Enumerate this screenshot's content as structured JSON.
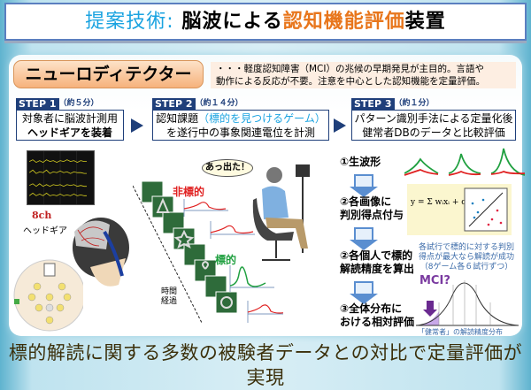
{
  "title": {
    "prefix": "提案技術:",
    "main": "脳波による",
    "highlight": "認知機能評価",
    "suffix": "装置"
  },
  "product": {
    "name": "ニューロディテクター",
    "description_line1": "・・・軽度認知障害（MCI）の兆候の早期発見が主目的。言語や",
    "description_line2": "動作による反応が不要。注意を中心とした認知機能を定量評価。"
  },
  "steps": [
    {
      "label": "STEP 1",
      "duration": "（約５分）",
      "line1": "対象者に脳波計測用",
      "line2": "ヘッドギアを装着"
    },
    {
      "label": "STEP 2",
      "duration": "（約１４分）",
      "line1a": "認知課題",
      "line1b": "（標的を見つけるゲーム）",
      "line2": "を遂行中の事象関連電位を計測"
    },
    {
      "label": "STEP 3",
      "duration": "（約１分）",
      "line1": "パターン識別手法による定量化後",
      "line2": "健常者DBのデータと比較評価"
    }
  ],
  "left": {
    "channels": "8ch",
    "headgear": "ヘッドギア"
  },
  "center": {
    "speech": "あっ出た！",
    "nontarget": "非標的",
    "target": "標的",
    "time1": "時間",
    "time2": "経過"
  },
  "right": {
    "s1": "①生波形",
    "s2a": "②各画像に",
    "s2b": "判別得点付与",
    "s3a": "②各個人で標的",
    "s3b": "解読精度を算出",
    "s4a": "③全体分布に",
    "s4b": "おける相対評価",
    "note1": "各試行で標的に対する判別",
    "note2": "得点が最大なら解読が成功",
    "note3": "（8ゲーム各６試行ずつ）",
    "formula": "y = Σ wᵢxᵢ + c",
    "mci": "MCI?",
    "caption": "「健常者」の解読精度分布"
  },
  "bottom": "標的解読に関する多数の被験者データとの対比で定量評価が実現",
  "colors": {
    "navy": "#1f3f7a",
    "orange": "#e8761c",
    "cyan": "#1aa3e0",
    "red": "#e02020",
    "green": "#20a040",
    "purple": "#7a3aa0"
  }
}
